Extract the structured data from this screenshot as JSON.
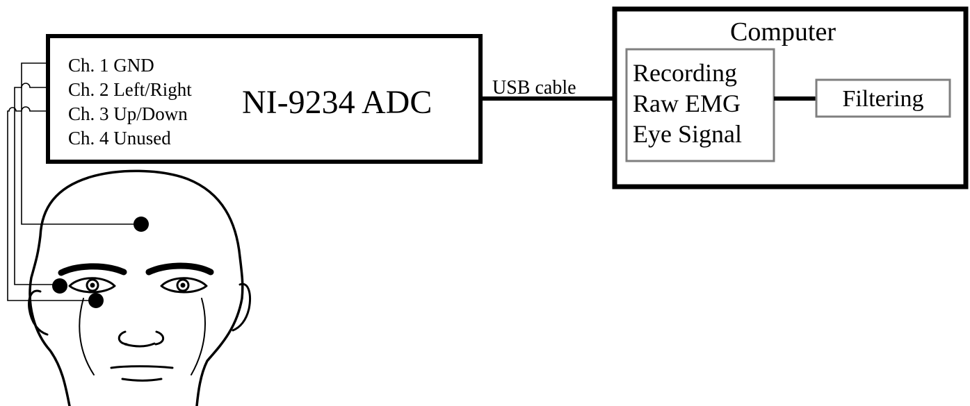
{
  "adc": {
    "channels": [
      "Ch. 1 GND",
      "Ch. 2 Left/Right",
      "Ch. 3 Up/Down",
      "Ch. 4 Unused"
    ],
    "title": "NI-9234 ADC"
  },
  "link": {
    "label": "USB cable"
  },
  "computer": {
    "title": "Computer",
    "recording_lines": [
      "Recording",
      "Raw EMG",
      "Eye Signal"
    ],
    "filtering": "Filtering"
  },
  "colors": {
    "line": "#000000",
    "inner_box_border": "#7f7f7f",
    "background": "#ffffff"
  }
}
